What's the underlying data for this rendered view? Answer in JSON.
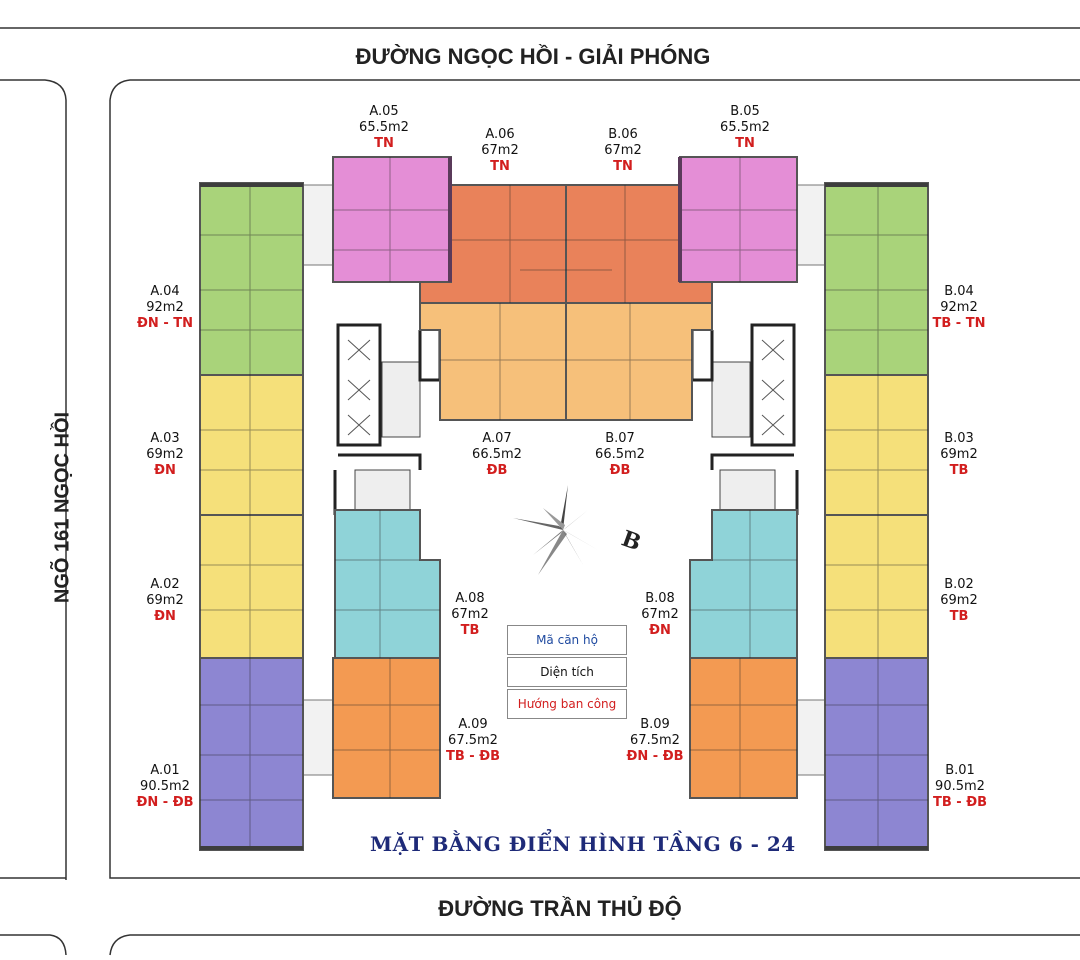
{
  "roads": {
    "top": "ĐƯỜNG NGỌC HỒI - GIẢI PHÓNG",
    "bottom": "ĐƯỜNG TRẦN THỦ ĐỘ",
    "left": "NGÕ 161 NGỌC HỒI"
  },
  "title": "MẶT BẰNG ĐIỂN HÌNH TẦNG 6 - 24",
  "legend": {
    "code": "Mã căn hộ",
    "area": "Diện tích",
    "direction": "Hướng ban công"
  },
  "compass_label": "B",
  "colors": {
    "green": "#a9d37a",
    "yellow": "#f5e07a",
    "purple": "#8d86d2",
    "pink": "#e48ed6",
    "red_orange": "#e9825a",
    "light_orange": "#f6c07a",
    "cyan": "#8fd3d8",
    "orange": "#f39a52",
    "legend_code": "#1f4aa0",
    "direction_red": "#d21e1e"
  },
  "units": [
    {
      "code": "A.05",
      "area": "65.5m2",
      "dir": "TN"
    },
    {
      "code": "A.06",
      "area": "67m2",
      "dir": "TN"
    },
    {
      "code": "B.06",
      "area": "67m2",
      "dir": "TN"
    },
    {
      "code": "B.05",
      "area": "65.5m2",
      "dir": "TN"
    },
    {
      "code": "A.04",
      "area": "92m2",
      "dir": "ĐN - TN"
    },
    {
      "code": "B.04",
      "area": "92m2",
      "dir": "TB - TN"
    },
    {
      "code": "A.03",
      "area": "69m2",
      "dir": "ĐN"
    },
    {
      "code": "B.03",
      "area": "69m2",
      "dir": "TB"
    },
    {
      "code": "A.07",
      "area": "66.5m2",
      "dir": "ĐB"
    },
    {
      "code": "B.07",
      "area": "66.5m2",
      "dir": "ĐB"
    },
    {
      "code": "A.02",
      "area": "69m2",
      "dir": "ĐN"
    },
    {
      "code": "B.02",
      "area": "69m2",
      "dir": "TB"
    },
    {
      "code": "A.08",
      "area": "67m2",
      "dir": "TB"
    },
    {
      "code": "B.08",
      "area": "67m2",
      "dir": "ĐN"
    },
    {
      "code": "A.09",
      "area": "67.5m2",
      "dir": "TB - ĐB"
    },
    {
      "code": "B.09",
      "area": "67.5m2",
      "dir": "ĐN - ĐB"
    },
    {
      "code": "A.01",
      "area": "90.5m2",
      "dir": "ĐN - ĐB"
    },
    {
      "code": "B.01",
      "area": "90.5m2",
      "dir": "TB - ĐB"
    }
  ]
}
